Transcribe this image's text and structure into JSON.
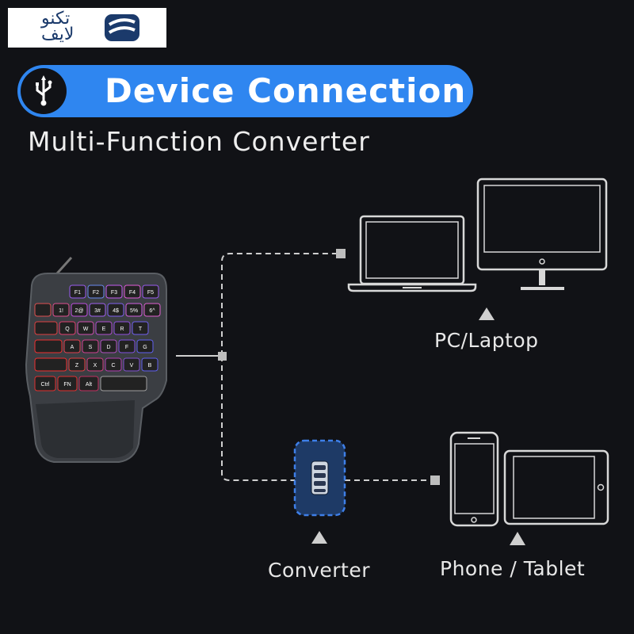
{
  "brand": {
    "line1": "تكنو",
    "line2": "لايف",
    "color": "#1b3a6b"
  },
  "banner": {
    "title": "Device Connection",
    "icon": "usb-icon",
    "color": "#2f86f0"
  },
  "subtitle": "Multi-Function Converter",
  "labels": {
    "pc": "PC/Laptop",
    "converter": "Converter",
    "mobile": "Phone / Tablet"
  },
  "keyboard": {
    "row1": [
      "F1",
      "F2",
      "F3",
      "F4",
      "F5"
    ],
    "row2": [
      "1!",
      "2@",
      "3#",
      "4$",
      "5%",
      "6^"
    ],
    "row3": [
      "Q",
      "W",
      "E",
      "R",
      "T"
    ],
    "row4": [
      "A",
      "S",
      "D",
      "F",
      "G"
    ],
    "row5": [
      "Z",
      "X",
      "C",
      "V",
      "B"
    ],
    "row6": [
      "Ctrl",
      "FN",
      "Alt"
    ]
  }
}
